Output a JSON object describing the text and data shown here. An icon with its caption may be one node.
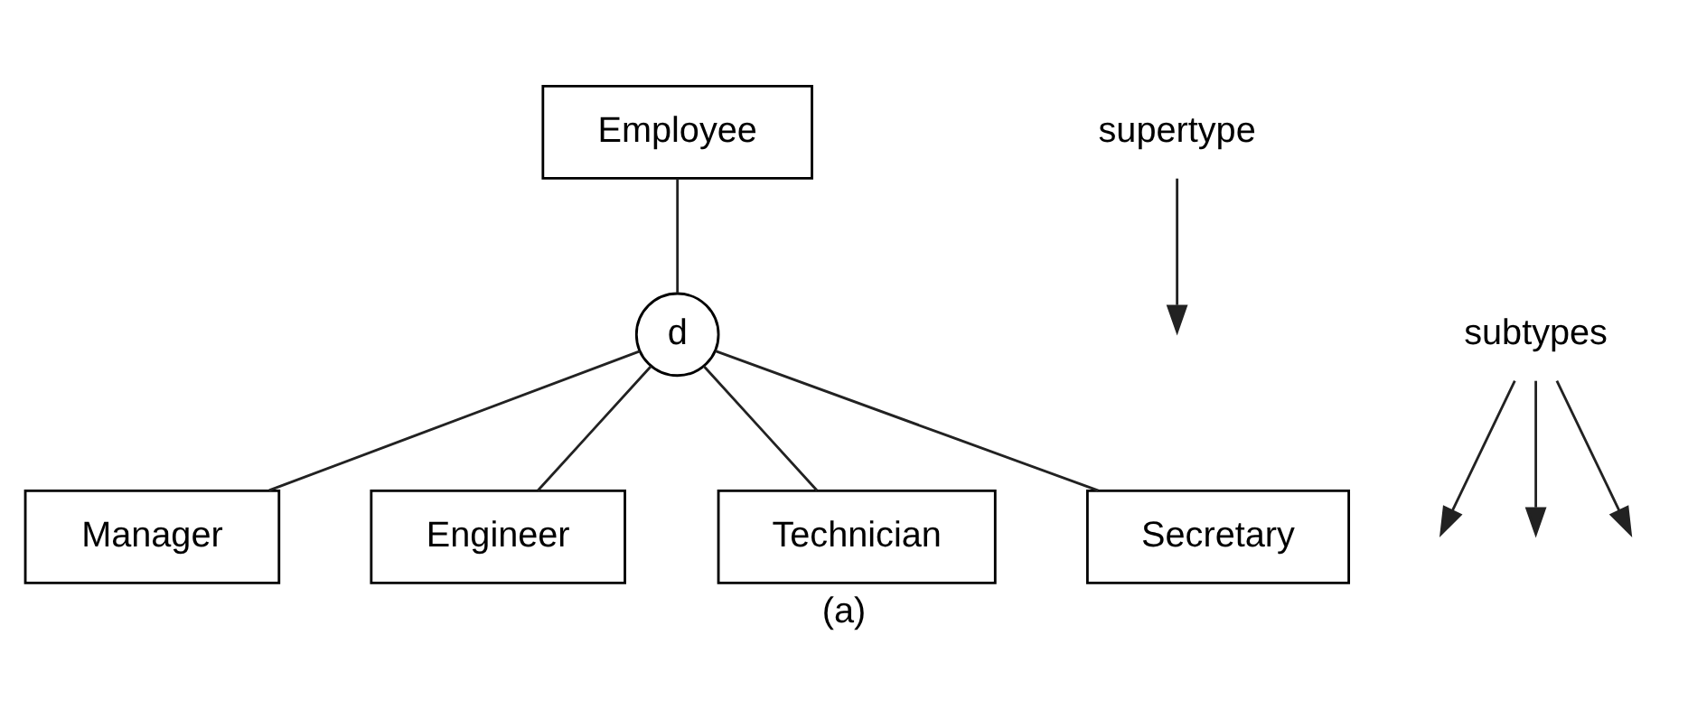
{
  "diagram": {
    "caption": "(a)",
    "nodes": [
      {
        "text": [
          "Employee"
        ]
      },
      {
        "text": [
          "d"
        ]
      },
      {
        "text": [
          "Manager"
        ]
      },
      {
        "text": [
          "Engineer"
        ]
      },
      {
        "text": [
          "Technician"
        ]
      },
      {
        "text": [
          "Secretary"
        ]
      },
      {
        "text": [
          "supertype"
        ]
      },
      {
        "text": [
          "subtypes"
        ]
      }
    ],
    "edges": [
      {
        "from": 0,
        "to": 1,
        "arrow": "none"
      },
      {
        "from": 1,
        "to": 2,
        "arrow": "none"
      },
      {
        "from": 1,
        "to": 3,
        "arrow": "none"
      },
      {
        "from": 1,
        "to": 4,
        "arrow": "none"
      },
      {
        "from": 1,
        "to": 5,
        "arrow": "none"
      },
      {
        "from": 6,
        "to": null,
        "arrow": "to"
      },
      {
        "from": 7,
        "to": null,
        "arrow": "to"
      },
      {
        "from": 7,
        "to": null,
        "arrow": "to"
      },
      {
        "from": 7,
        "to": null,
        "arrow": "to"
      }
    ]
  }
}
